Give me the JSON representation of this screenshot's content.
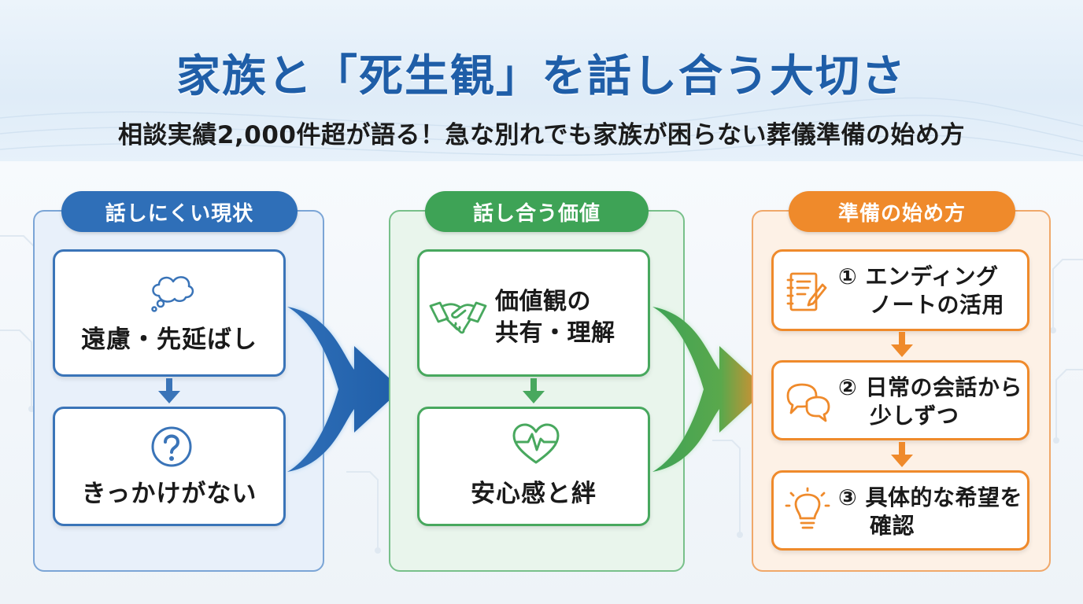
{
  "header": {
    "title": "家族と「死生観」を話し合う大切さ",
    "subtitle": "相談実績2,000件超が語る！急な別れでも家族が困らない葬儀準備の始め方"
  },
  "columns": {
    "current_state": {
      "label": "話しにくい現状",
      "color": "#2f6fb8",
      "cards": [
        {
          "text": "遠慮・先延ばし",
          "icon": "thought-cloud-icon"
        },
        {
          "text": "きっかけがない",
          "icon": "question-icon"
        }
      ]
    },
    "value": {
      "label": "話し合う価値",
      "color": "#3ea356",
      "cards": [
        {
          "lines": [
            "価値観の",
            "共有・理解"
          ],
          "icon": "handshake-icon"
        },
        {
          "text": "安心感と絆",
          "icon": "heartbeat-icon"
        }
      ]
    },
    "how_to_start": {
      "label": "準備の始め方",
      "color": "#ef8a2b",
      "cards": [
        {
          "lines": [
            "① エンディング",
            "ノートの活用"
          ],
          "icon": "notebook-icon"
        },
        {
          "lines": [
            "② 日常の会話から",
            "少しずつ"
          ],
          "icon": "chat-bubbles-icon"
        },
        {
          "lines": [
            "③ 具体的な希望を",
            "確認"
          ],
          "icon": "lightbulb-icon"
        }
      ]
    }
  }
}
